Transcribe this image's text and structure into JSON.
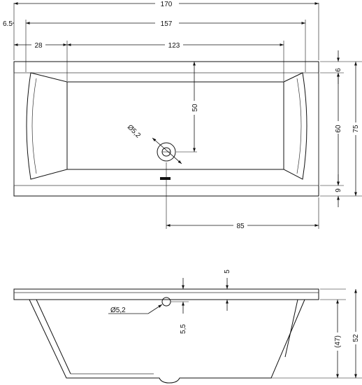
{
  "plan_view": {
    "dimensions": {
      "overall_length": "170",
      "inner_length": "157",
      "rim_offset": "6.5",
      "end_panel": "28",
      "floor_length": "123",
      "drain_to_side": "50",
      "drain_diameter": "Ø5,2",
      "drain_to_end": "85",
      "top_rim": "6",
      "inner_width": "60",
      "overall_width": "75",
      "bottom_rim": "9"
    }
  },
  "side_view": {
    "dimensions": {
      "rim_thickness": "5",
      "drain_diameter": "Ø5,2",
      "drain_depth": "5,5",
      "inner_depth": "(47)",
      "overall_height": "52"
    }
  }
}
